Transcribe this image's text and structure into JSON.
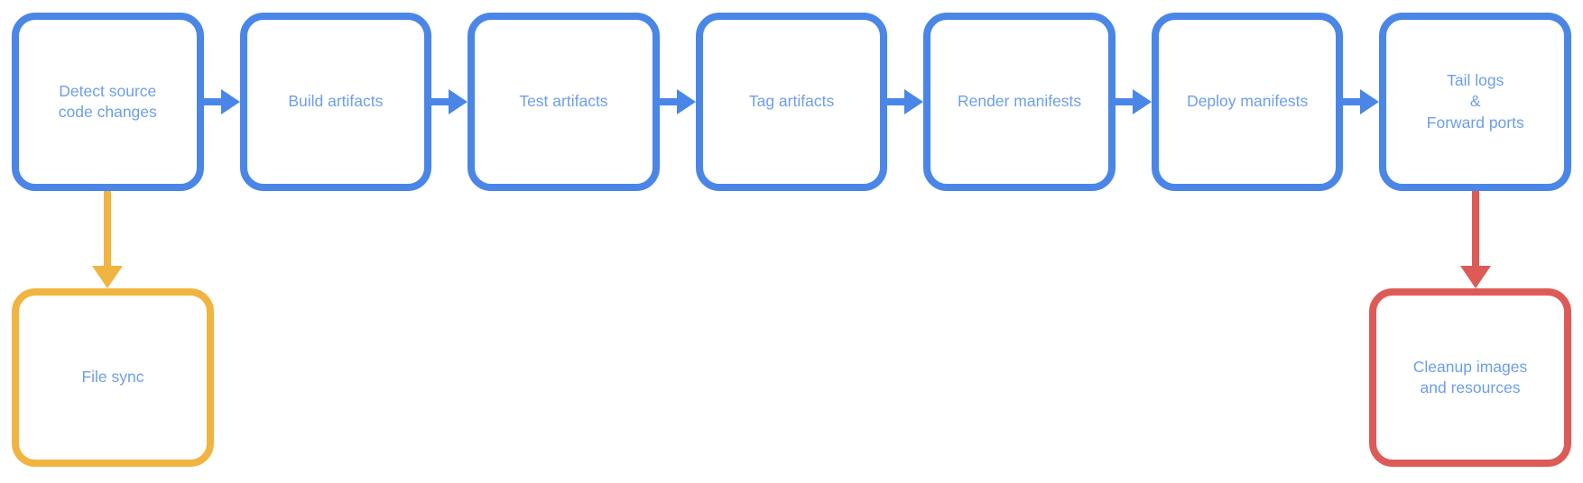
{
  "colors": {
    "blue": "#4a86e8",
    "yellow": "#f1b440",
    "red": "#dd5b56",
    "label": "#6d9eeb",
    "canvas": "#ffffff"
  },
  "pipeline": {
    "stages": [
      {
        "label": "Detect source\ncode changes"
      },
      {
        "label": "Build artifacts"
      },
      {
        "label": "Test artifacts"
      },
      {
        "label": "Tag artifacts"
      },
      {
        "label": "Render manifests"
      },
      {
        "label": "Deploy manifests"
      },
      {
        "label": "Tail logs\n&\nForward ports"
      }
    ],
    "branches": {
      "file_sync": {
        "label": "File sync"
      },
      "cleanup": {
        "label": "Cleanup images\nand resources"
      }
    }
  }
}
